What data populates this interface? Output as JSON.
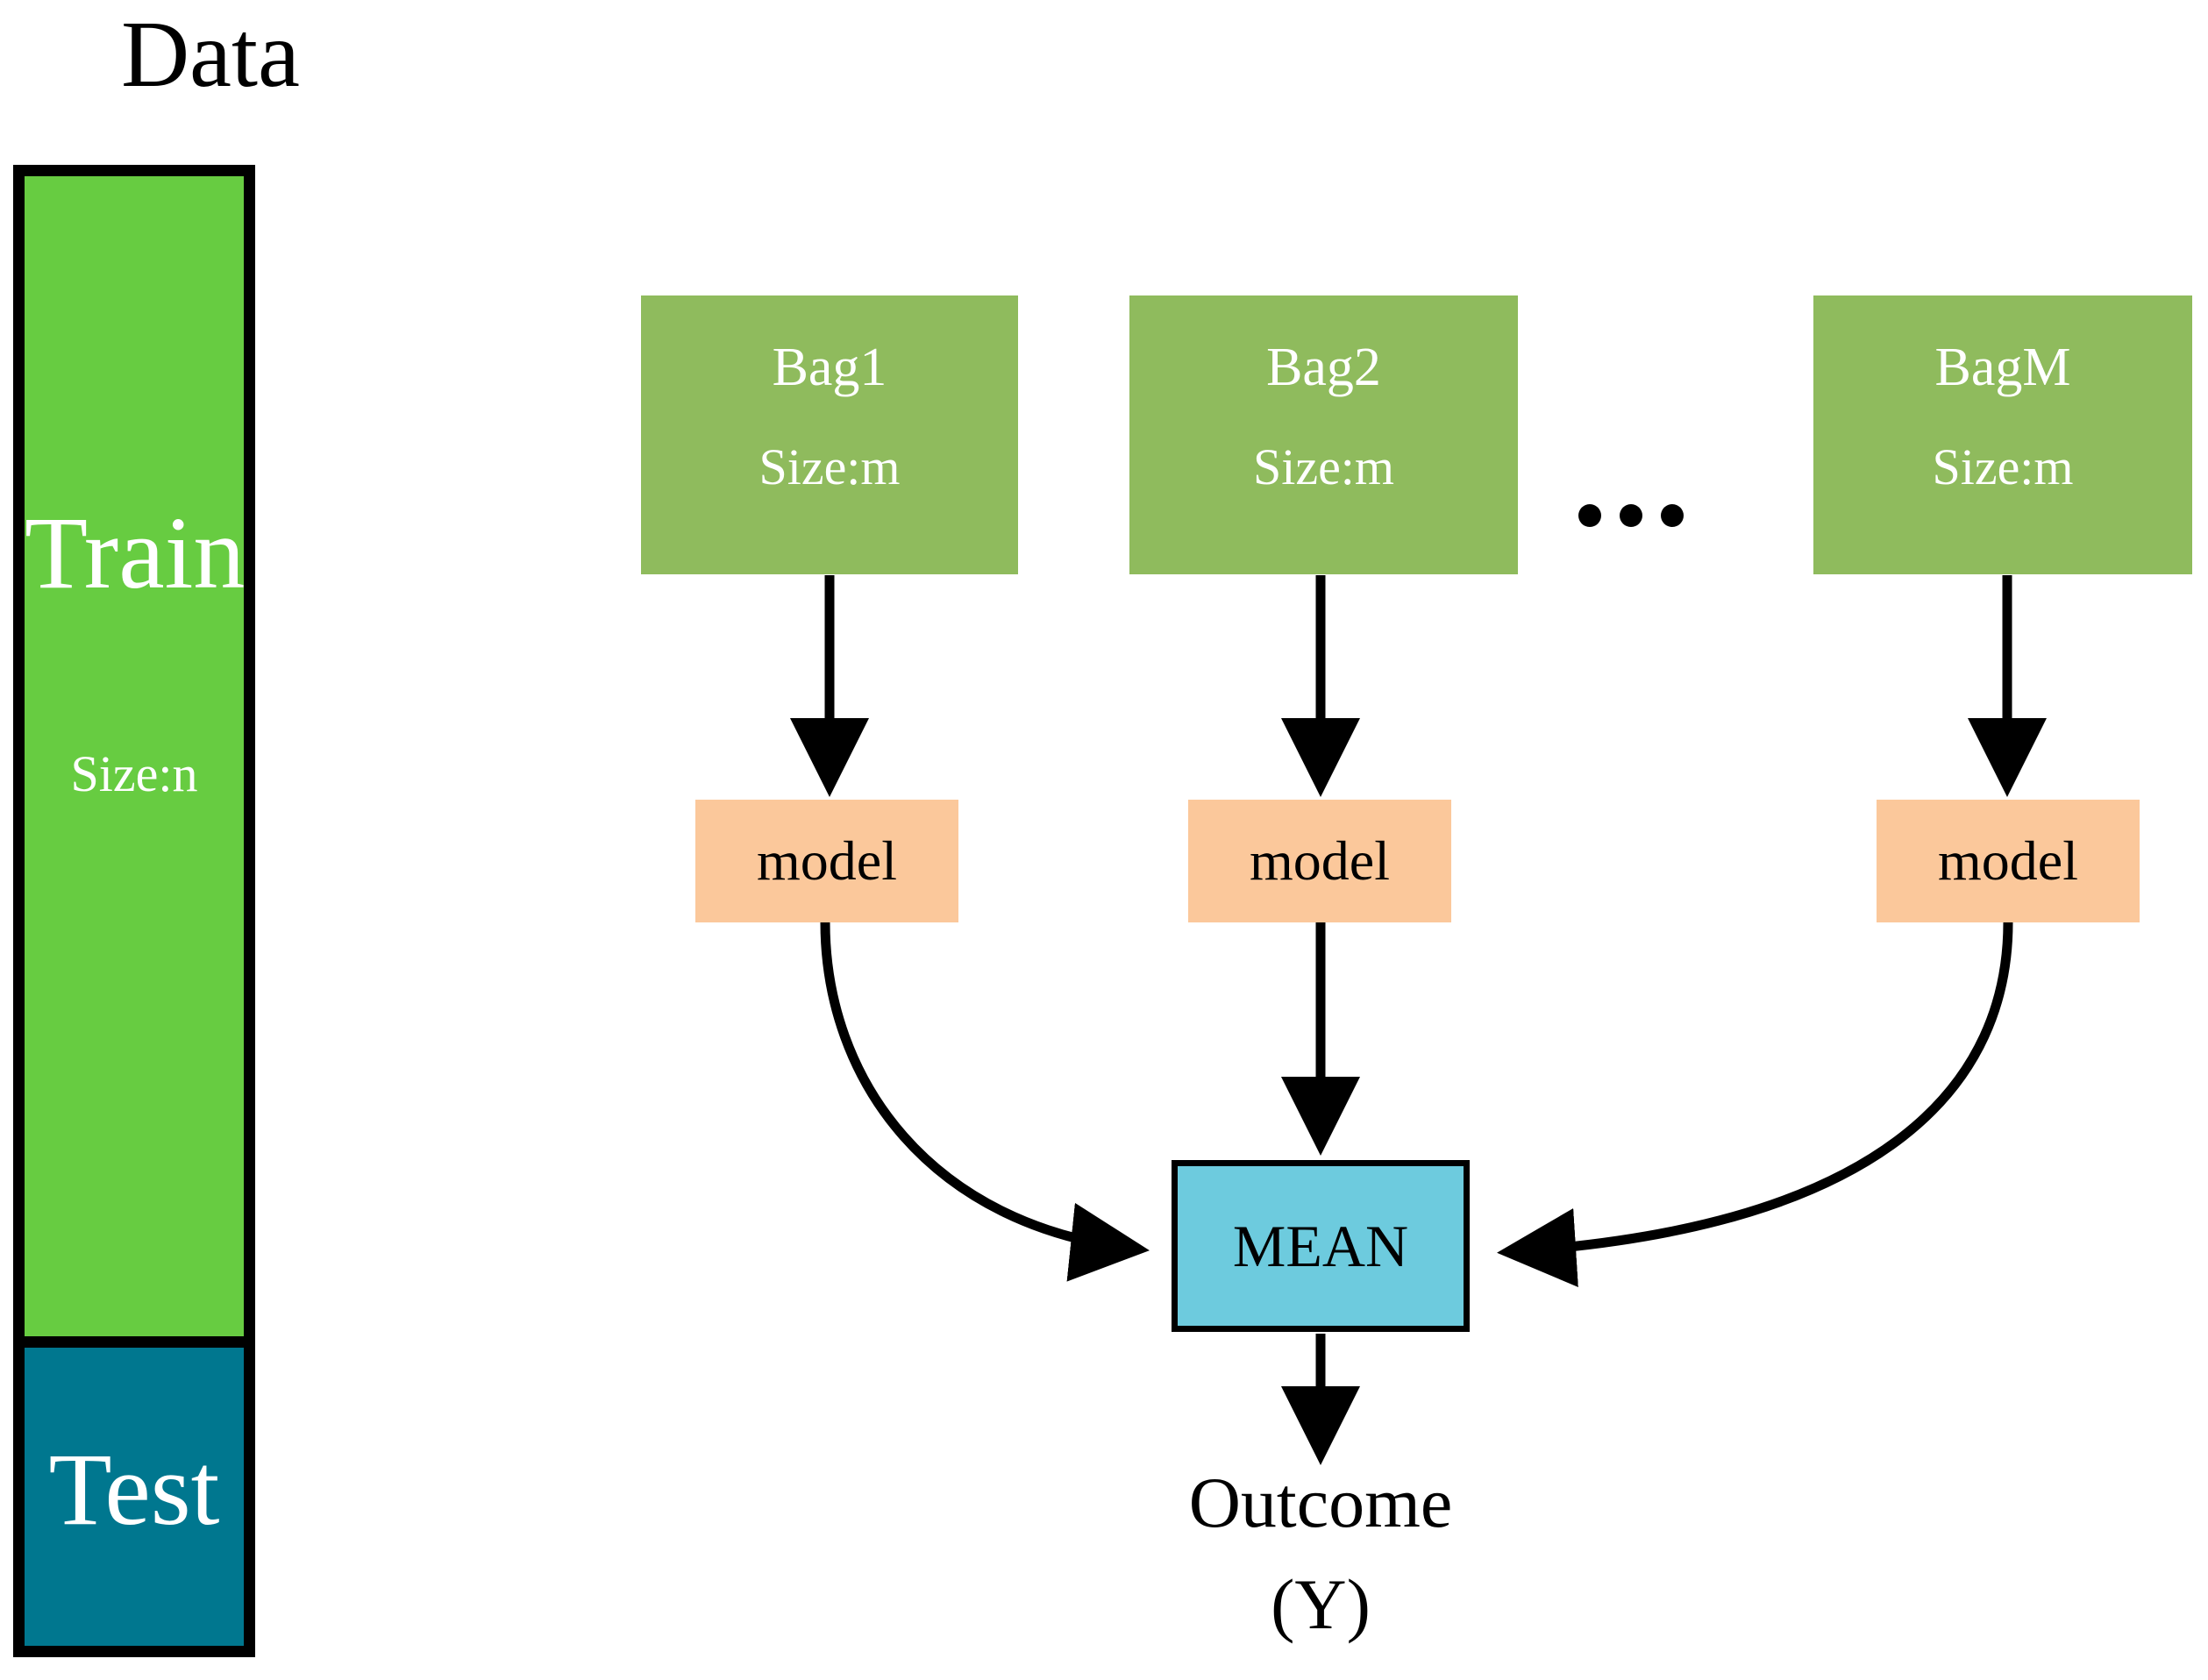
{
  "diagram": {
    "title": "Data",
    "type": "bagging-ensemble-flowchart",
    "colors": {
      "train": "#67CC41",
      "test": "#00778F",
      "bag": "#8FBB5D",
      "model": "#FBC89B",
      "mean": "#6DCBDE",
      "stroke": "#000000",
      "text_on_fill": "#FFFFFF",
      "background": "#FFFFFF"
    }
  },
  "data_column": {
    "title": "Data",
    "train": {
      "label": "Train",
      "size_label": "Size:n"
    },
    "test": {
      "label": "Test"
    }
  },
  "bags": [
    {
      "name": "Bag1",
      "size_label": "Size:m"
    },
    {
      "name": "Bag2",
      "size_label": "Size:m"
    },
    {
      "name": "BagM",
      "size_label": "Size:m"
    }
  ],
  "ellipsis": {
    "glyph": "...",
    "dot_count": 3
  },
  "models": [
    {
      "label": "model"
    },
    {
      "label": "model"
    },
    {
      "label": "model"
    }
  ],
  "aggregator": {
    "label": "MEAN"
  },
  "outcome": {
    "label": "Outcome",
    "variable": "(Y)"
  },
  "edges": [
    {
      "from": "Bag1",
      "to": "model-1",
      "style": "straight-down-arrow"
    },
    {
      "from": "Bag2",
      "to": "model-2",
      "style": "straight-down-arrow"
    },
    {
      "from": "BagM",
      "to": "model-3",
      "style": "straight-down-arrow"
    },
    {
      "from": "model-1",
      "to": "MEAN",
      "style": "curved-arrow-right"
    },
    {
      "from": "model-2",
      "to": "MEAN",
      "style": "straight-down-arrow"
    },
    {
      "from": "model-3",
      "to": "MEAN",
      "style": "curved-arrow-left"
    },
    {
      "from": "MEAN",
      "to": "Outcome",
      "style": "straight-down-arrow"
    }
  ]
}
